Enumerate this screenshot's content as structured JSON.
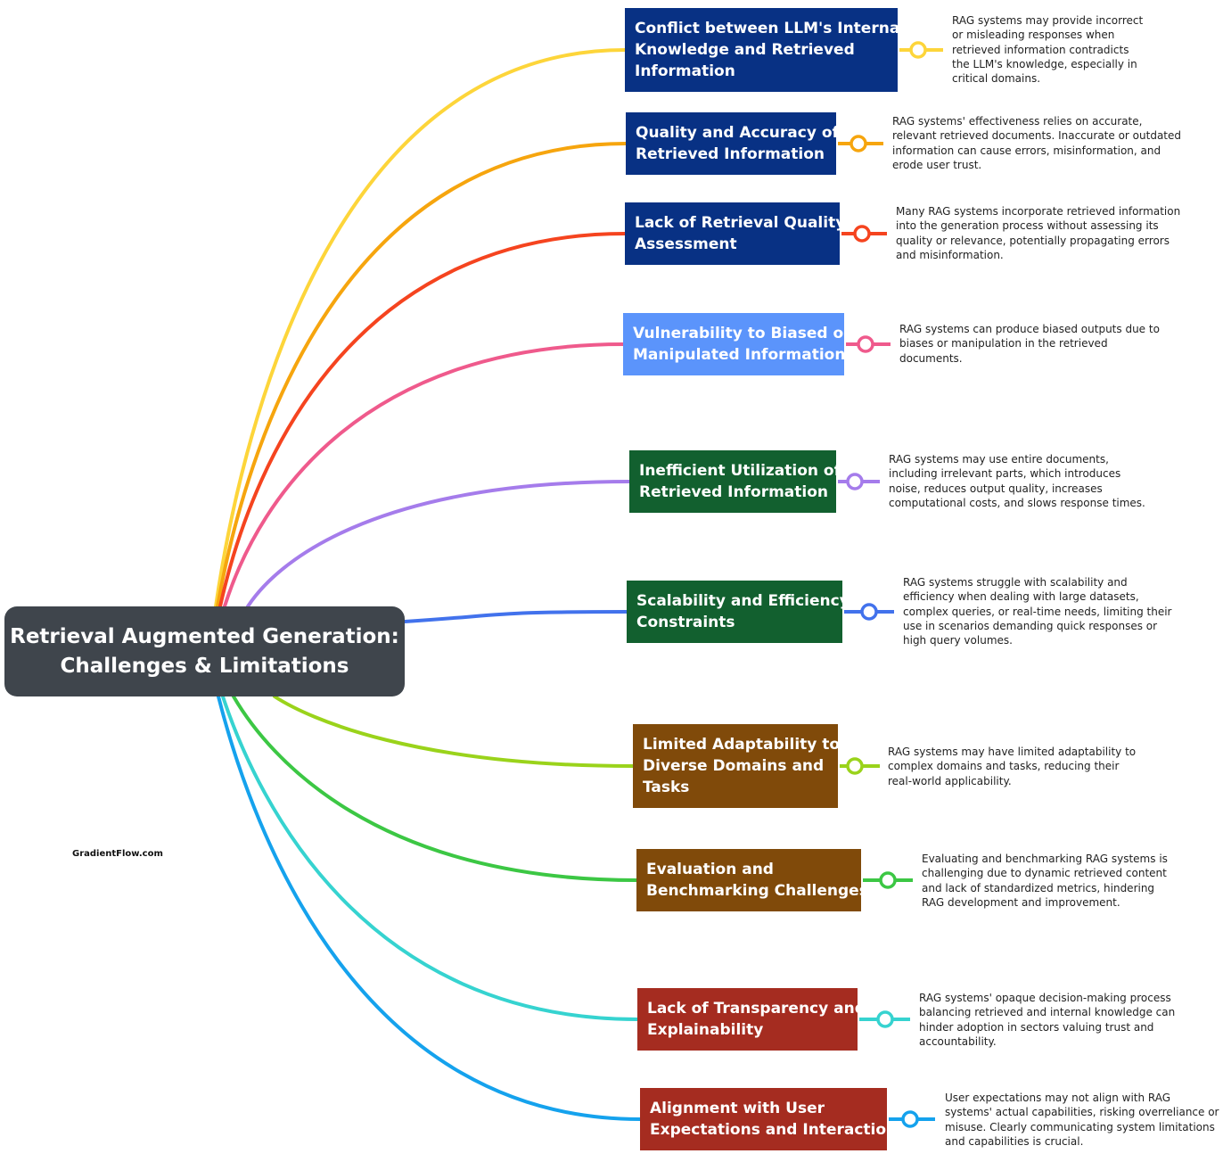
{
  "root": {
    "title_lines": [
      "Retrieval Augmented Generation:",
      "Challenges & Limitations"
    ],
    "color": "#3f454c"
  },
  "credit": "GradientFlow.com",
  "branches": [
    {
      "title_lines": [
        "Conflict between LLM's Internal",
        "Knowledge and Retrieved",
        "Information"
      ],
      "description_lines": [
        "RAG systems may provide incorrect",
        "or misleading responses when",
        "retrieved information contradicts",
        "the LLM's knowledge, especially in",
        "critical domains."
      ],
      "box_color": "#083184",
      "line_color": "#fdd53a"
    },
    {
      "title_lines": [
        "Quality and Accuracy of",
        "Retrieved Information"
      ],
      "description_lines": [
        "RAG systems' effectiveness relies on accurate,",
        "relevant retrieved documents. Inaccurate or outdated",
        "information can cause errors, misinformation, and",
        "erode user trust."
      ],
      "box_color": "#083184",
      "line_color": "#f6a50e"
    },
    {
      "title_lines": [
        "Lack of Retrieval Quality",
        "Assessment"
      ],
      "description_lines": [
        "Many RAG systems incorporate retrieved information",
        "into the generation process without assessing its",
        "quality or relevance, potentially propagating errors",
        "and misinformation."
      ],
      "box_color": "#083184",
      "line_color": "#f5441f"
    },
    {
      "title_lines": [
        "Vulnerability to Biased or",
        "Manipulated Information"
      ],
      "description_lines": [
        "RAG systems can produce biased outputs due to",
        "biases or manipulation in the retrieved",
        "documents."
      ],
      "box_color": "#5b94fb",
      "line_color": "#ef5a8c"
    },
    {
      "title_lines": [
        "Inefficient Utilization of",
        "Retrieved Information"
      ],
      "description_lines": [
        "RAG systems may use entire documents,",
        "including irrelevant parts, which introduces",
        "noise, reduces output quality, increases",
        "computational costs, and slows response times."
      ],
      "box_color": "#12602f",
      "line_color": "#a57ceb"
    },
    {
      "title_lines": [
        "Scalability and Efficiency",
        "Constraints"
      ],
      "description_lines": [
        "RAG systems struggle with scalability and",
        "efficiency when dealing with large datasets,",
        "complex queries, or real-time needs, limiting their",
        "use in scenarios demanding quick responses or",
        "high query volumes."
      ],
      "box_color": "#12602f",
      "line_color": "#4272ec"
    },
    {
      "title_lines": [
        "Limited Adaptability to",
        "Diverse Domains and",
        "Tasks"
      ],
      "description_lines": [
        "RAG systems may have limited adaptability to",
        "complex domains and tasks, reducing their",
        "real-world applicability."
      ],
      "box_color": "#804a0a",
      "line_color": "#9ad31b"
    },
    {
      "title_lines": [
        "Evaluation and",
        "Benchmarking Challenges"
      ],
      "description_lines": [
        "Evaluating and benchmarking RAG systems is",
        "challenging due to dynamic retrieved content",
        "and lack of standardized metrics, hindering",
        "RAG development and improvement."
      ],
      "box_color": "#804a0a",
      "line_color": "#3cc744"
    },
    {
      "title_lines": [
        "Lack of Transparency and",
        "Explainability"
      ],
      "description_lines": [
        "RAG systems' opaque decision-making process",
        "balancing retrieved and internal knowledge can",
        "hinder adoption in sectors valuing trust and",
        "accountability."
      ],
      "box_color": "#a52c20",
      "line_color": "#36d3d0"
    },
    {
      "title_lines": [
        "Alignment with User",
        "Expectations and Interaction"
      ],
      "description_lines": [
        "User expectations may not align with RAG",
        "systems' actual capabilities, risking overreliance or",
        "misuse. Clearly communicating system limitations",
        "and capabilities is crucial."
      ],
      "box_color": "#a52c20",
      "line_color": "#15a2ed"
    }
  ]
}
